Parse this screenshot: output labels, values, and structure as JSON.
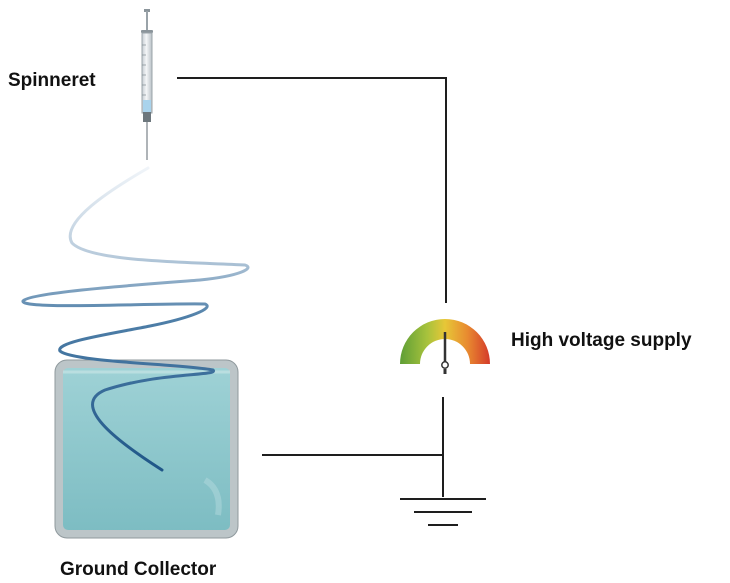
{
  "labels": {
    "spinneret": "Spinneret",
    "high_voltage_supply": "High voltage supply",
    "ground_collector": "Ground Collector"
  },
  "icons": {
    "spinneret": "syringe-icon",
    "high_voltage_supply": "voltage-gauge-icon",
    "ground": "ground-symbol-icon"
  },
  "colors": {
    "wire": "#1e1e1e",
    "fiber_dark": "#2a5e8e",
    "fiber_light": "#dce6ef",
    "collector_fill": "#8ec8cd",
    "collector_frame": "#b9c3c6",
    "gauge_green": "#6aa83a",
    "gauge_yellow": "#e4c236",
    "gauge_red": "#d6402c"
  }
}
